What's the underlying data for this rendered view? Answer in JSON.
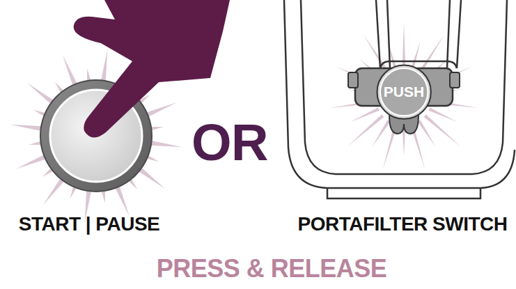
{
  "diagram": {
    "caption": "PRESS & RELEASE",
    "nodes": [
      {
        "text": [
          "PUSH"
        ]
      }
    ],
    "labels": [
      "START | PAUSE",
      "OR",
      "PORTAFILTER SWITCH"
    ]
  }
}
